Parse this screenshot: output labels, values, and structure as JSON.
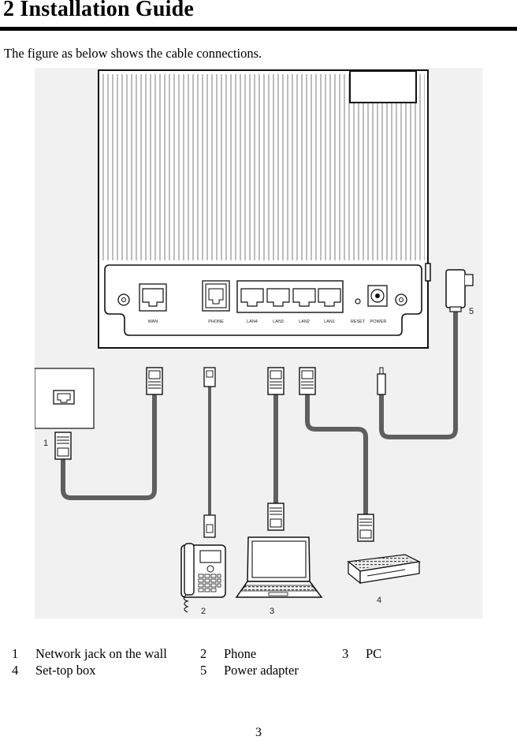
{
  "heading": "2 Installation Guide",
  "intro": "The figure as below shows the cable connections.",
  "figure": {
    "port_labels": [
      "WAN",
      "PHONE",
      "LAN4",
      "LAN3",
      "LAN2",
      "LAN1",
      "RESET",
      "POWER"
    ],
    "callouts": [
      "1",
      "2",
      "3",
      "4",
      "5"
    ]
  },
  "legend": [
    {
      "num": "1",
      "label": "Network jack on the wall"
    },
    {
      "num": "2",
      "label": "Phone"
    },
    {
      "num": "3",
      "label": "PC"
    },
    {
      "num": "4",
      "label": "Set-top box"
    },
    {
      "num": "5",
      "label": "Power adapter"
    }
  ],
  "page_number": "3"
}
